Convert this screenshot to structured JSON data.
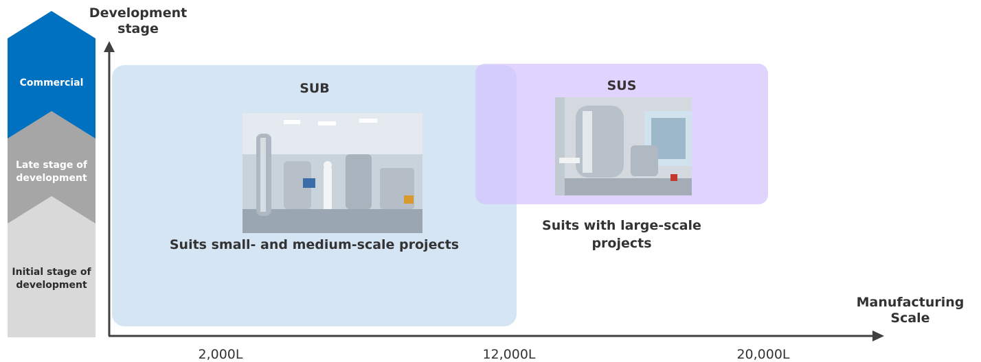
{
  "stages": {
    "commercial": "Commercial",
    "late": "Late stage of development",
    "initial": "Initial stage of development"
  },
  "axes": {
    "y_title": "Development stage",
    "x_title": "Manufacturing Scale",
    "ticks": [
      "2,000L",
      "12,000L",
      "20,000L"
    ]
  },
  "regions": {
    "sub": {
      "title": "SUB",
      "description": "Suits small- and medium-scale projects"
    },
    "sus": {
      "title": "SUS",
      "description_line1": "Suits with large-scale",
      "description_line2": "projects"
    }
  },
  "colors": {
    "commercial": "#0070c0",
    "late": "#a6a6a6",
    "initial": "#d9d9d9",
    "sub_region": "#d5e5f3",
    "sus_region": "#d4c4ff",
    "axis": "#404040"
  },
  "images": {
    "sub": "bioreactor-facility-photo",
    "sus": "stainless-steel-tank-photo"
  }
}
